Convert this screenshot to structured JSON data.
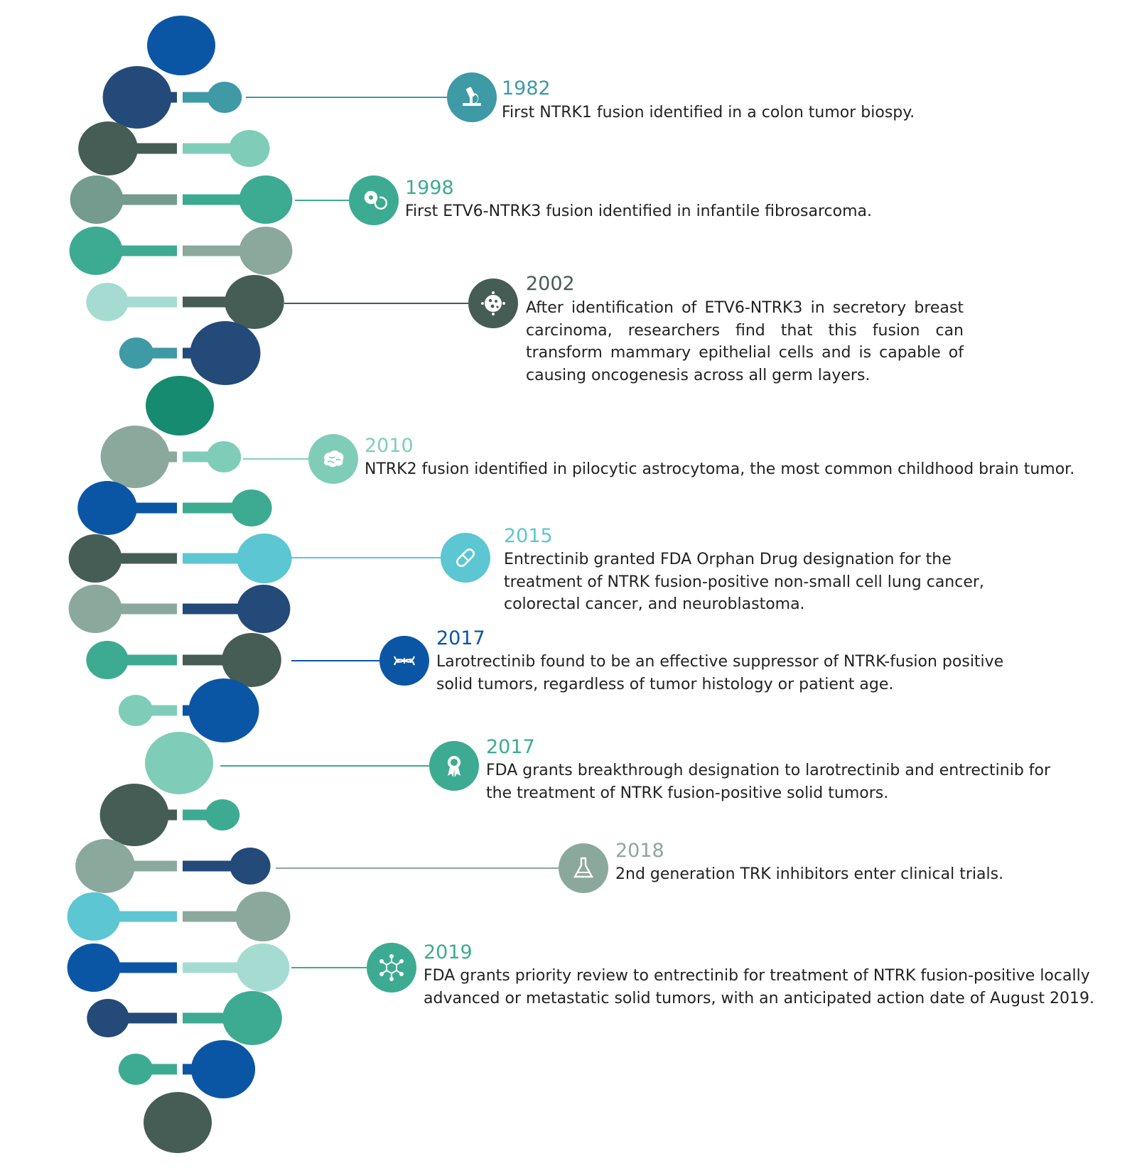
{
  "colors": {
    "navy": "#234a78",
    "blue": "#0b56a4",
    "teal": "#3dab91",
    "mint": "#7fcdb9",
    "pale": "#a6dbd2",
    "slate": "#455d55",
    "sage": "#8ba89c",
    "sky": "#5cc6d3",
    "green": "#168b6f",
    "steel": "#3e9aa5",
    "gray": "#749b8d",
    "text": "#222222"
  },
  "events": [
    {
      "year": "1982",
      "description": "First NTRK1 fusion identified in a colon tumor biospy.",
      "icon": "microscope-icon",
      "color": "#3e9aa5"
    },
    {
      "year": "1998",
      "description": "First ETV6-NTRK3 fusion identified in infantile fibrosarcoma.",
      "icon": "cells-icon",
      "color": "#3dab91"
    },
    {
      "year": "2002",
      "description": "After identification of ETV6-NTRK3 in secretory breast carcinoma, researchers find that this fusion can transform mammary epithelial cells and is capable of causing oncogenesis across all germ layers.",
      "icon": "virus-icon",
      "color": "#455d55"
    },
    {
      "year": "2010",
      "description": "NTRK2 fusion identified in pilocytic astrocytoma, the most common childhood brain tumor.",
      "icon": "brain-icon",
      "color": "#7fcdb9"
    },
    {
      "year": "2015",
      "description": "Entrectinib granted FDA Orphan Drug designation for the treatment of NTRK fusion-positive non-small cell lung cancer, colorectal cancer, and neuroblastoma.",
      "icon": "pill-icon",
      "color": "#5cc6d3"
    },
    {
      "year": "2017",
      "description": "Larotrectinib found to be an effective suppressor of NTRK-fusion positive solid tumors, regardless of tumor histology or patient age.",
      "icon": "dna-icon",
      "color": "#0b56a4"
    },
    {
      "year": "2017",
      "description": "FDA grants breakthrough designation to larotrectinib and entrectinib for the treatment of NTRK fusion-positive solid tumors.",
      "icon": "award-ribbon-icon",
      "color": "#3dab91"
    },
    {
      "year": "2018",
      "description": "2nd generation TRK inhibitors enter clinical trials.",
      "icon": "flask-icon",
      "color": "#8ba89c"
    },
    {
      "year": "2019",
      "description": "FDA grants priority review to entrectinib for treatment of NTRK fusion-positive locally advanced or metastatic solid tumors, with an anticipated action date of August 2019.",
      "icon": "molecule-icon",
      "color": "#3dab91"
    }
  ]
}
